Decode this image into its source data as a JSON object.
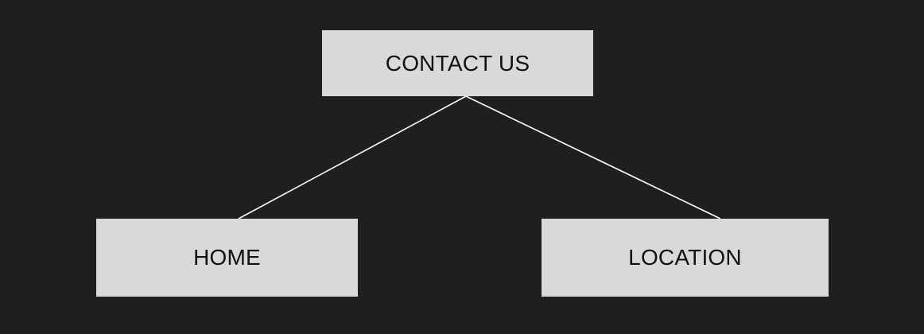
{
  "diagram": {
    "type": "tree",
    "colors": {
      "background": "#1f1f1f",
      "node_fill": "#d9d9d9",
      "node_text": "#111111",
      "connector": "#ffffff"
    },
    "root": {
      "label": "CONTACT US"
    },
    "children": [
      {
        "label": "HOME"
      },
      {
        "label": "LOCATION"
      }
    ],
    "edges": [
      {
        "from": "CONTACT US",
        "to": "HOME"
      },
      {
        "from": "CONTACT US",
        "to": "LOCATION"
      }
    ]
  }
}
